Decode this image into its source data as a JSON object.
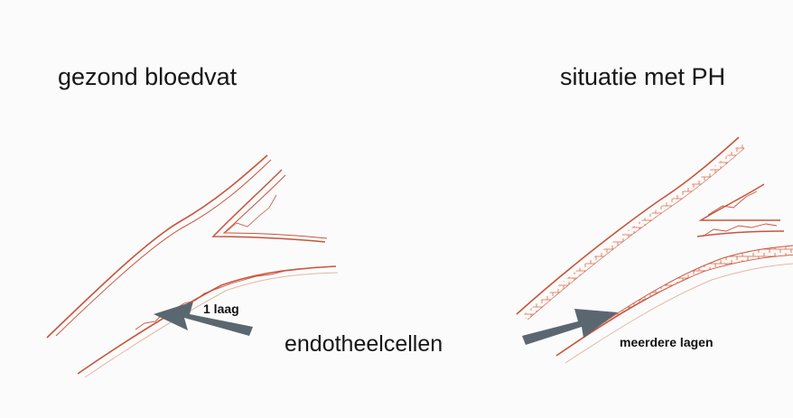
{
  "left_panel": {
    "title": "gezond bloedvat",
    "annotation": "1 laag"
  },
  "right_panel": {
    "title": "situatie met PH",
    "annotation": "meerdere lagen"
  },
  "center_label": "endotheelcellen",
  "colors": {
    "vessel_wall": "#c8553d",
    "vessel_fill": "#f3d9cf",
    "arrow": "#5b6770",
    "text": "#161616"
  }
}
